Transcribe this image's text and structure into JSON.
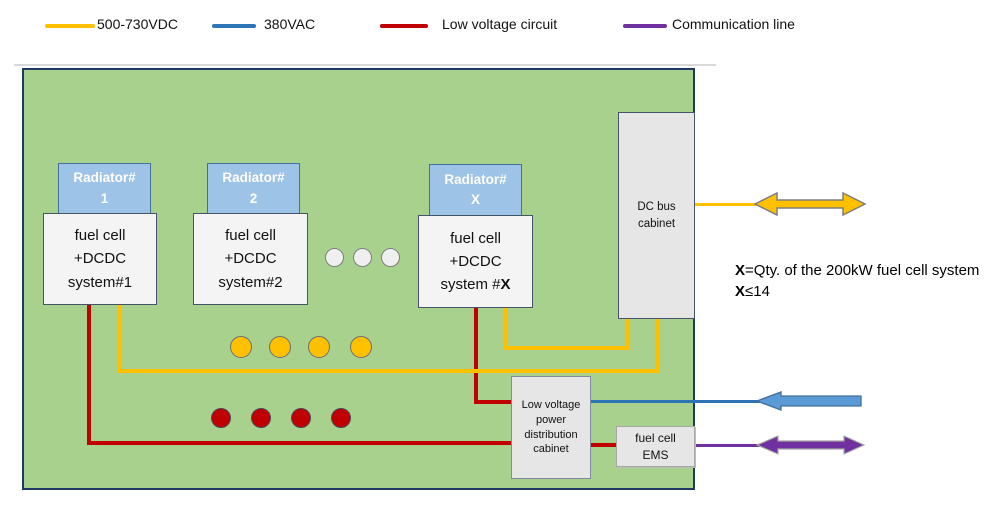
{
  "legend": {
    "items": [
      {
        "label": "500-730VDC",
        "color": "#FFC000"
      },
      {
        "label": "380VAC",
        "color": "#2E75B6"
      },
      {
        "label": "Low voltage circuit",
        "color": "#C00000"
      },
      {
        "label": "Communication line",
        "color": "#7030A0"
      }
    ]
  },
  "board": {
    "radiators": [
      {
        "line1": "Radiator#",
        "line2": "1"
      },
      {
        "line1": "Radiator#",
        "line2": "2"
      },
      {
        "line1": "Radiator#",
        "line2": "X"
      }
    ],
    "systems": [
      {
        "line1": "fuel cell",
        "line2": "+DCDC",
        "line3": "system#1"
      },
      {
        "line1": "fuel cell",
        "line2": "+DCDC",
        "line3": "system#2"
      },
      {
        "line1": "fuel cell",
        "line2": "+DCDC",
        "line3_prefix": "system #",
        "line3_bold": "X"
      }
    ],
    "dc_bus_cabinet": {
      "line1": "DC bus",
      "line2": "cabinet"
    },
    "lv_cabinet": {
      "line1": "Low voltage",
      "line2": "power",
      "line3": "distribution",
      "line4": "cabinet"
    },
    "ems": {
      "line1": "fuel cell",
      "line2": "EMS"
    },
    "ellipsis_dots": {
      "white": 3,
      "yellow": 4,
      "red": 4
    }
  },
  "note": {
    "line1_bold": "X",
    "line1_rest": "=Qty. of the 200kW fuel cell system",
    "line2_bold": "X",
    "line2_rest": "≤14"
  },
  "colors": {
    "dc_bus_line": "#FFC000",
    "ac_line": "#2E75B6",
    "low_voltage_line": "#C00000",
    "communication_line": "#7030A0",
    "board_fill": "#A9D18E",
    "board_border": "#1F3864"
  }
}
